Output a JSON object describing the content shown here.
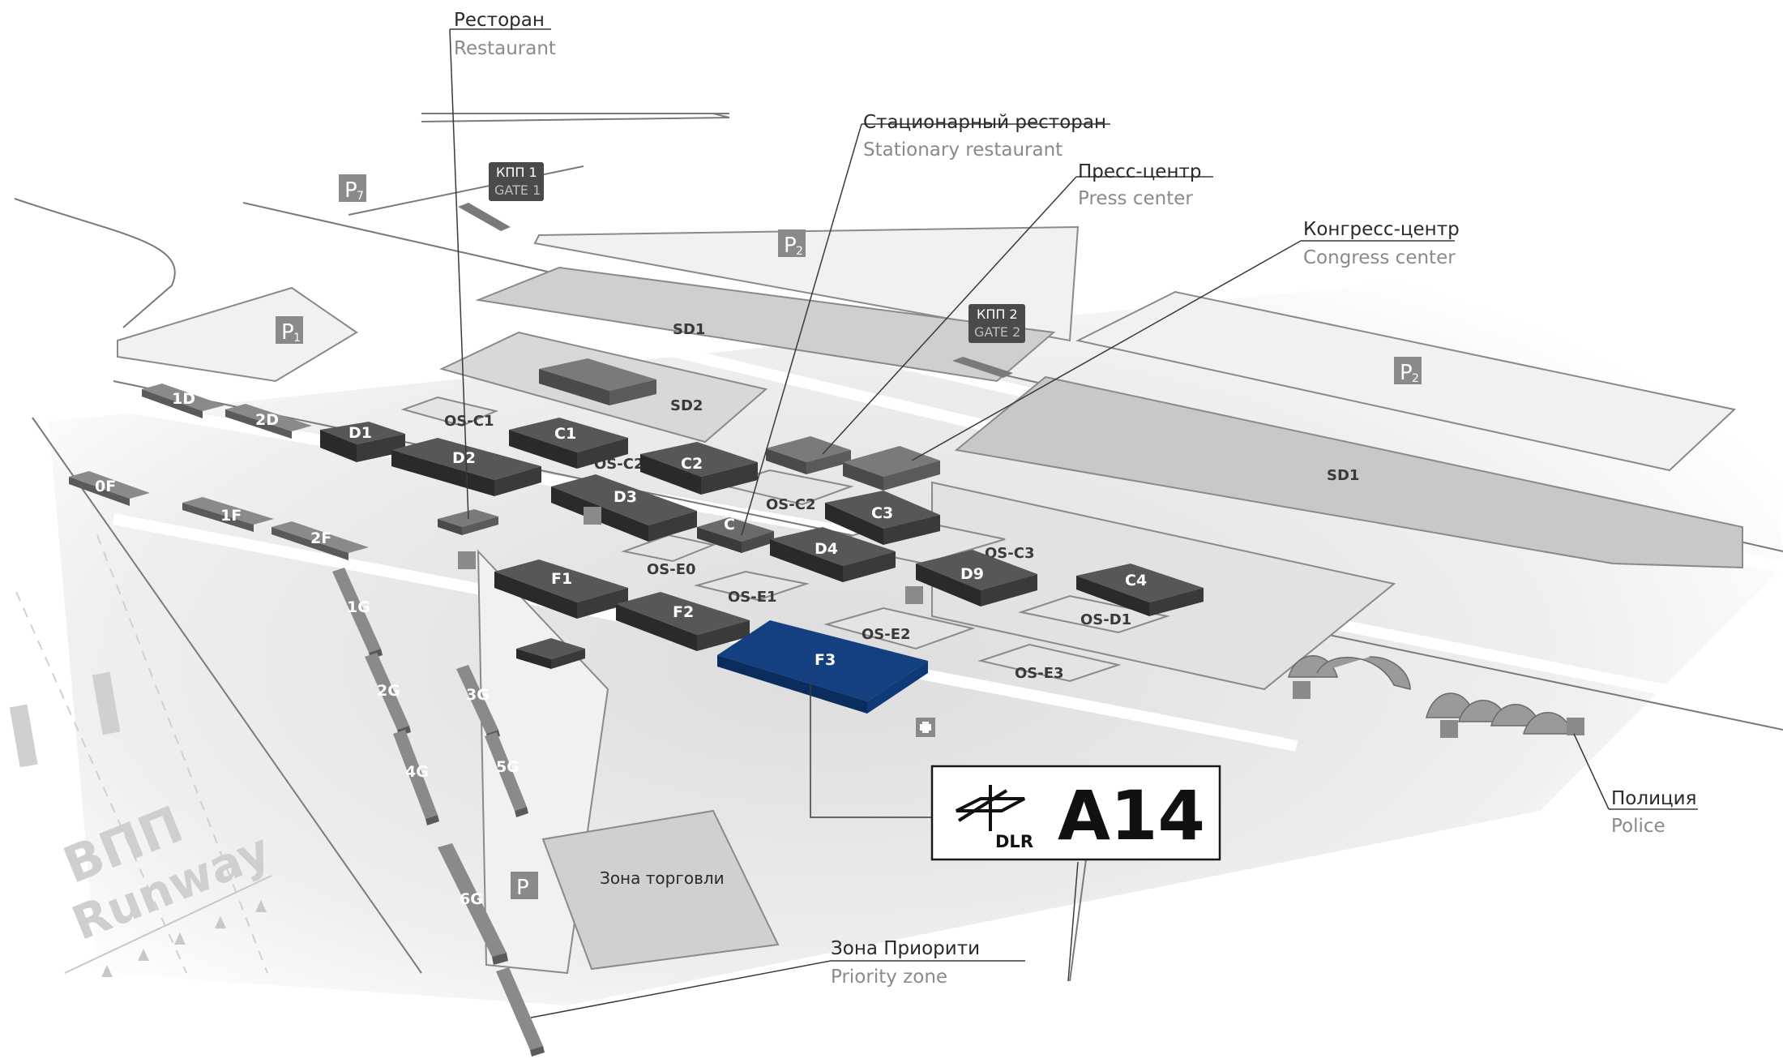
{
  "callouts": {
    "restaurant": {
      "ru": "Ресторан",
      "en": "Restaurant"
    },
    "stationary_restaurant": {
      "ru": "Стационарный ресторан",
      "en": "Stationary restaurant"
    },
    "press_center": {
      "ru": "Пресс-центр",
      "en": "Press center"
    },
    "congress_center": {
      "ru": "Конгресс-центр",
      "en": "Congress center"
    },
    "police": {
      "ru": "Полиция",
      "en": "Police"
    },
    "priority_zone": {
      "ru": "Зона Приорити",
      "en": "Priority zone"
    }
  },
  "gates": {
    "gate1": {
      "ru": "КПП 1",
      "en": "GATE 1"
    },
    "gate2": {
      "ru": "КПП 2",
      "en": "GATE 2"
    }
  },
  "parking": {
    "p7": {
      "label": "P",
      "sub": "7"
    },
    "p1": {
      "label": "P",
      "sub": "1"
    },
    "p2_top": {
      "label": "P",
      "sub": "2"
    },
    "p2_right": {
      "label": "P",
      "sub": "2"
    },
    "p_bottom": {
      "label": "P",
      "sub": ""
    }
  },
  "halls": {
    "d1": "D1",
    "d2": "D2",
    "c1": "C1",
    "c2": "C2",
    "d3": "D3",
    "c": "C",
    "c3": "C3",
    "d4": "D4",
    "d9": "D9",
    "c4": "C4",
    "f1": "F1",
    "f2": "F2",
    "f3": "F3"
  },
  "zones": {
    "sd1_top": "SD1",
    "sd2": "SD2",
    "sd1_right": "SD1",
    "osc1": "OS-C1",
    "osc2a": "OS-C2",
    "osc2b": "OS-C2",
    "osc3": "OS-C3",
    "ose0": "OS-E0",
    "ose1": "OS-E1",
    "ose2": "OS-E2",
    "ose3": "OS-E3",
    "osd1": "OS-D1"
  },
  "chalets": {
    "c1d": "1D",
    "c2d": "2D",
    "c0f": "0F",
    "c1f": "1F",
    "c2f": "2F",
    "c1g": "1G",
    "c2g": "2G",
    "c3g": "3G",
    "c4g": "4G",
    "c5g": "5G",
    "c6g": "6G"
  },
  "runway": {
    "ru": "ВПП",
    "en": "Runway"
  },
  "trade_zone": "Зона торговли",
  "booth": {
    "label": "A14",
    "org": "DLR"
  },
  "colors": {
    "highlight": "#0f3a78",
    "hall": "#3b3b3b",
    "zone": "#d6d6d6"
  }
}
